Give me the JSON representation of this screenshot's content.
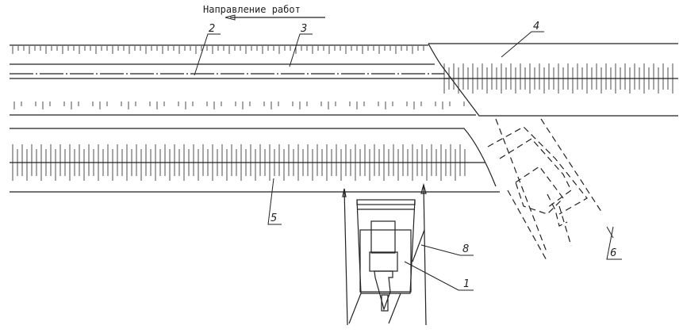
{
  "direction_label": "Направление работ",
  "callouts": {
    "c1": "1",
    "c2": "2",
    "c3": "3",
    "c4": "4",
    "c5": "5",
    "c6": "6",
    "c8": "8"
  }
}
